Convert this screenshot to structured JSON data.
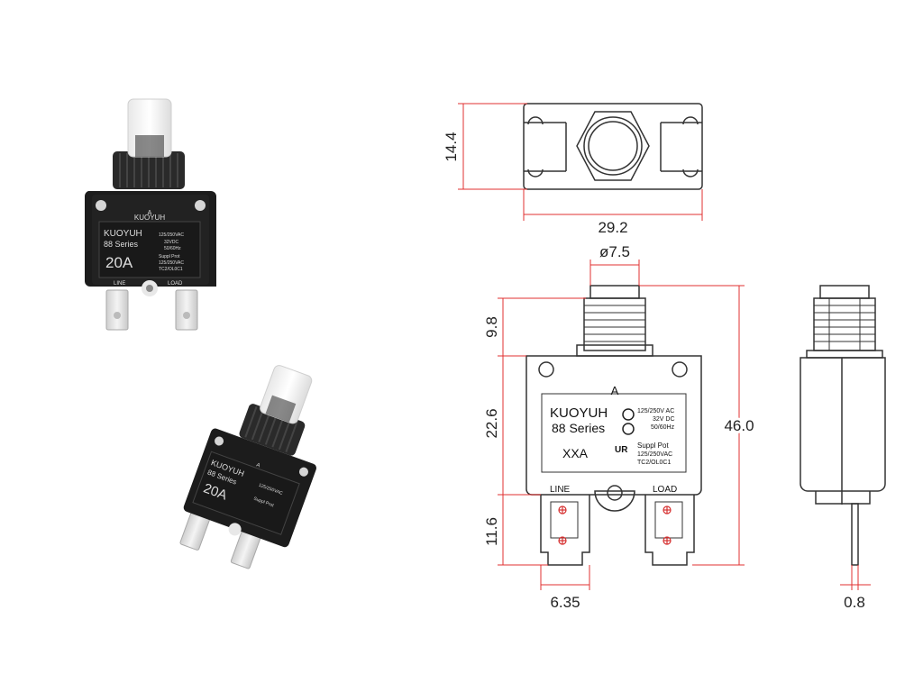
{
  "photo_labels": {
    "a": "A",
    "brand": "KUOYUH",
    "series": "88 Series",
    "rating": "20A",
    "line": "LINE",
    "load": "LOAD",
    "spec1": "125/250VAC",
    "spec2": "32VDC",
    "spec3": "50/60Hz",
    "spec4": "Suppl Prot",
    "spec5": "125/250VAC",
    "spec6": "TC2/OL0C1"
  },
  "dimensions": {
    "height_top": "14.4",
    "width_top": "29.2",
    "button_dia": "ø7.5",
    "button_h": "9.8",
    "body_h": "22.6",
    "total_h": "46.0",
    "terminal_h": "11.6",
    "terminal_w": "6.35",
    "terminal_t": "0.8"
  },
  "front_label": {
    "a": "A",
    "brand": "KUOYUH",
    "series": "88 Series",
    "model": "XXA",
    "spec1": "125/250V AC",
    "spec2": "32V DC",
    "spec3": "50/60Hz",
    "suppl": "Suppl Pot",
    "spec4": "125/250VAC",
    "spec5": "TC2/OL0C1",
    "line": "LINE",
    "load": "LOAD"
  },
  "colors": {
    "dimension_line": "#e03030",
    "outline": "#333333",
    "breaker_body": "#1c1c1c",
    "terminal": "#e6e6e6"
  }
}
